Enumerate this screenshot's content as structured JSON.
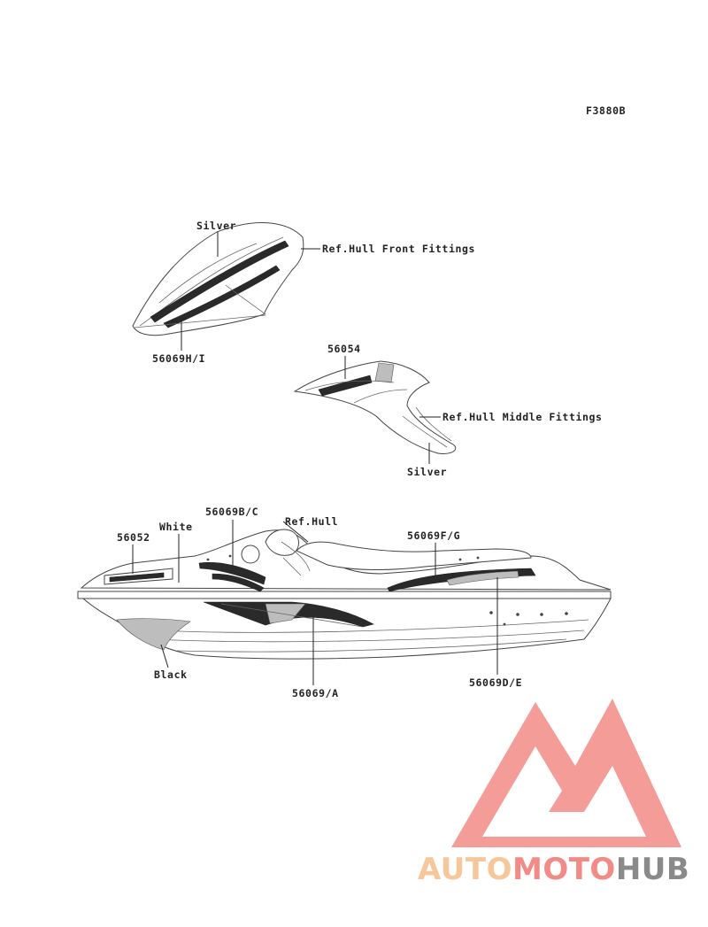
{
  "diagram": {
    "figure_code": "F3880B",
    "labels": {
      "silver_top": "Silver",
      "ref_hull_front": "Ref.Hull Front Fittings",
      "part_56069hi": "56069H/I",
      "part_56054": "56054",
      "ref_hull_middle": "Ref.Hull Middle Fittings",
      "silver_middle": "Silver",
      "part_56069bc": "56069B/C",
      "white": "White",
      "ref_hull": "Ref.Hull",
      "part_56052": "56052",
      "part_56069fg": "56069F/G",
      "black": "Black",
      "part_56069a": "56069/A",
      "part_56069de": "56069D/E"
    }
  },
  "watermark": {
    "text_auto": "AUTO",
    "text_moto": "MOTO",
    "text_hub": "HUB",
    "color_auto": "#f6c79a",
    "color_moto": "#f28b86",
    "color_hub": "#8a8a8a",
    "color_triangle": "#f28b86"
  }
}
